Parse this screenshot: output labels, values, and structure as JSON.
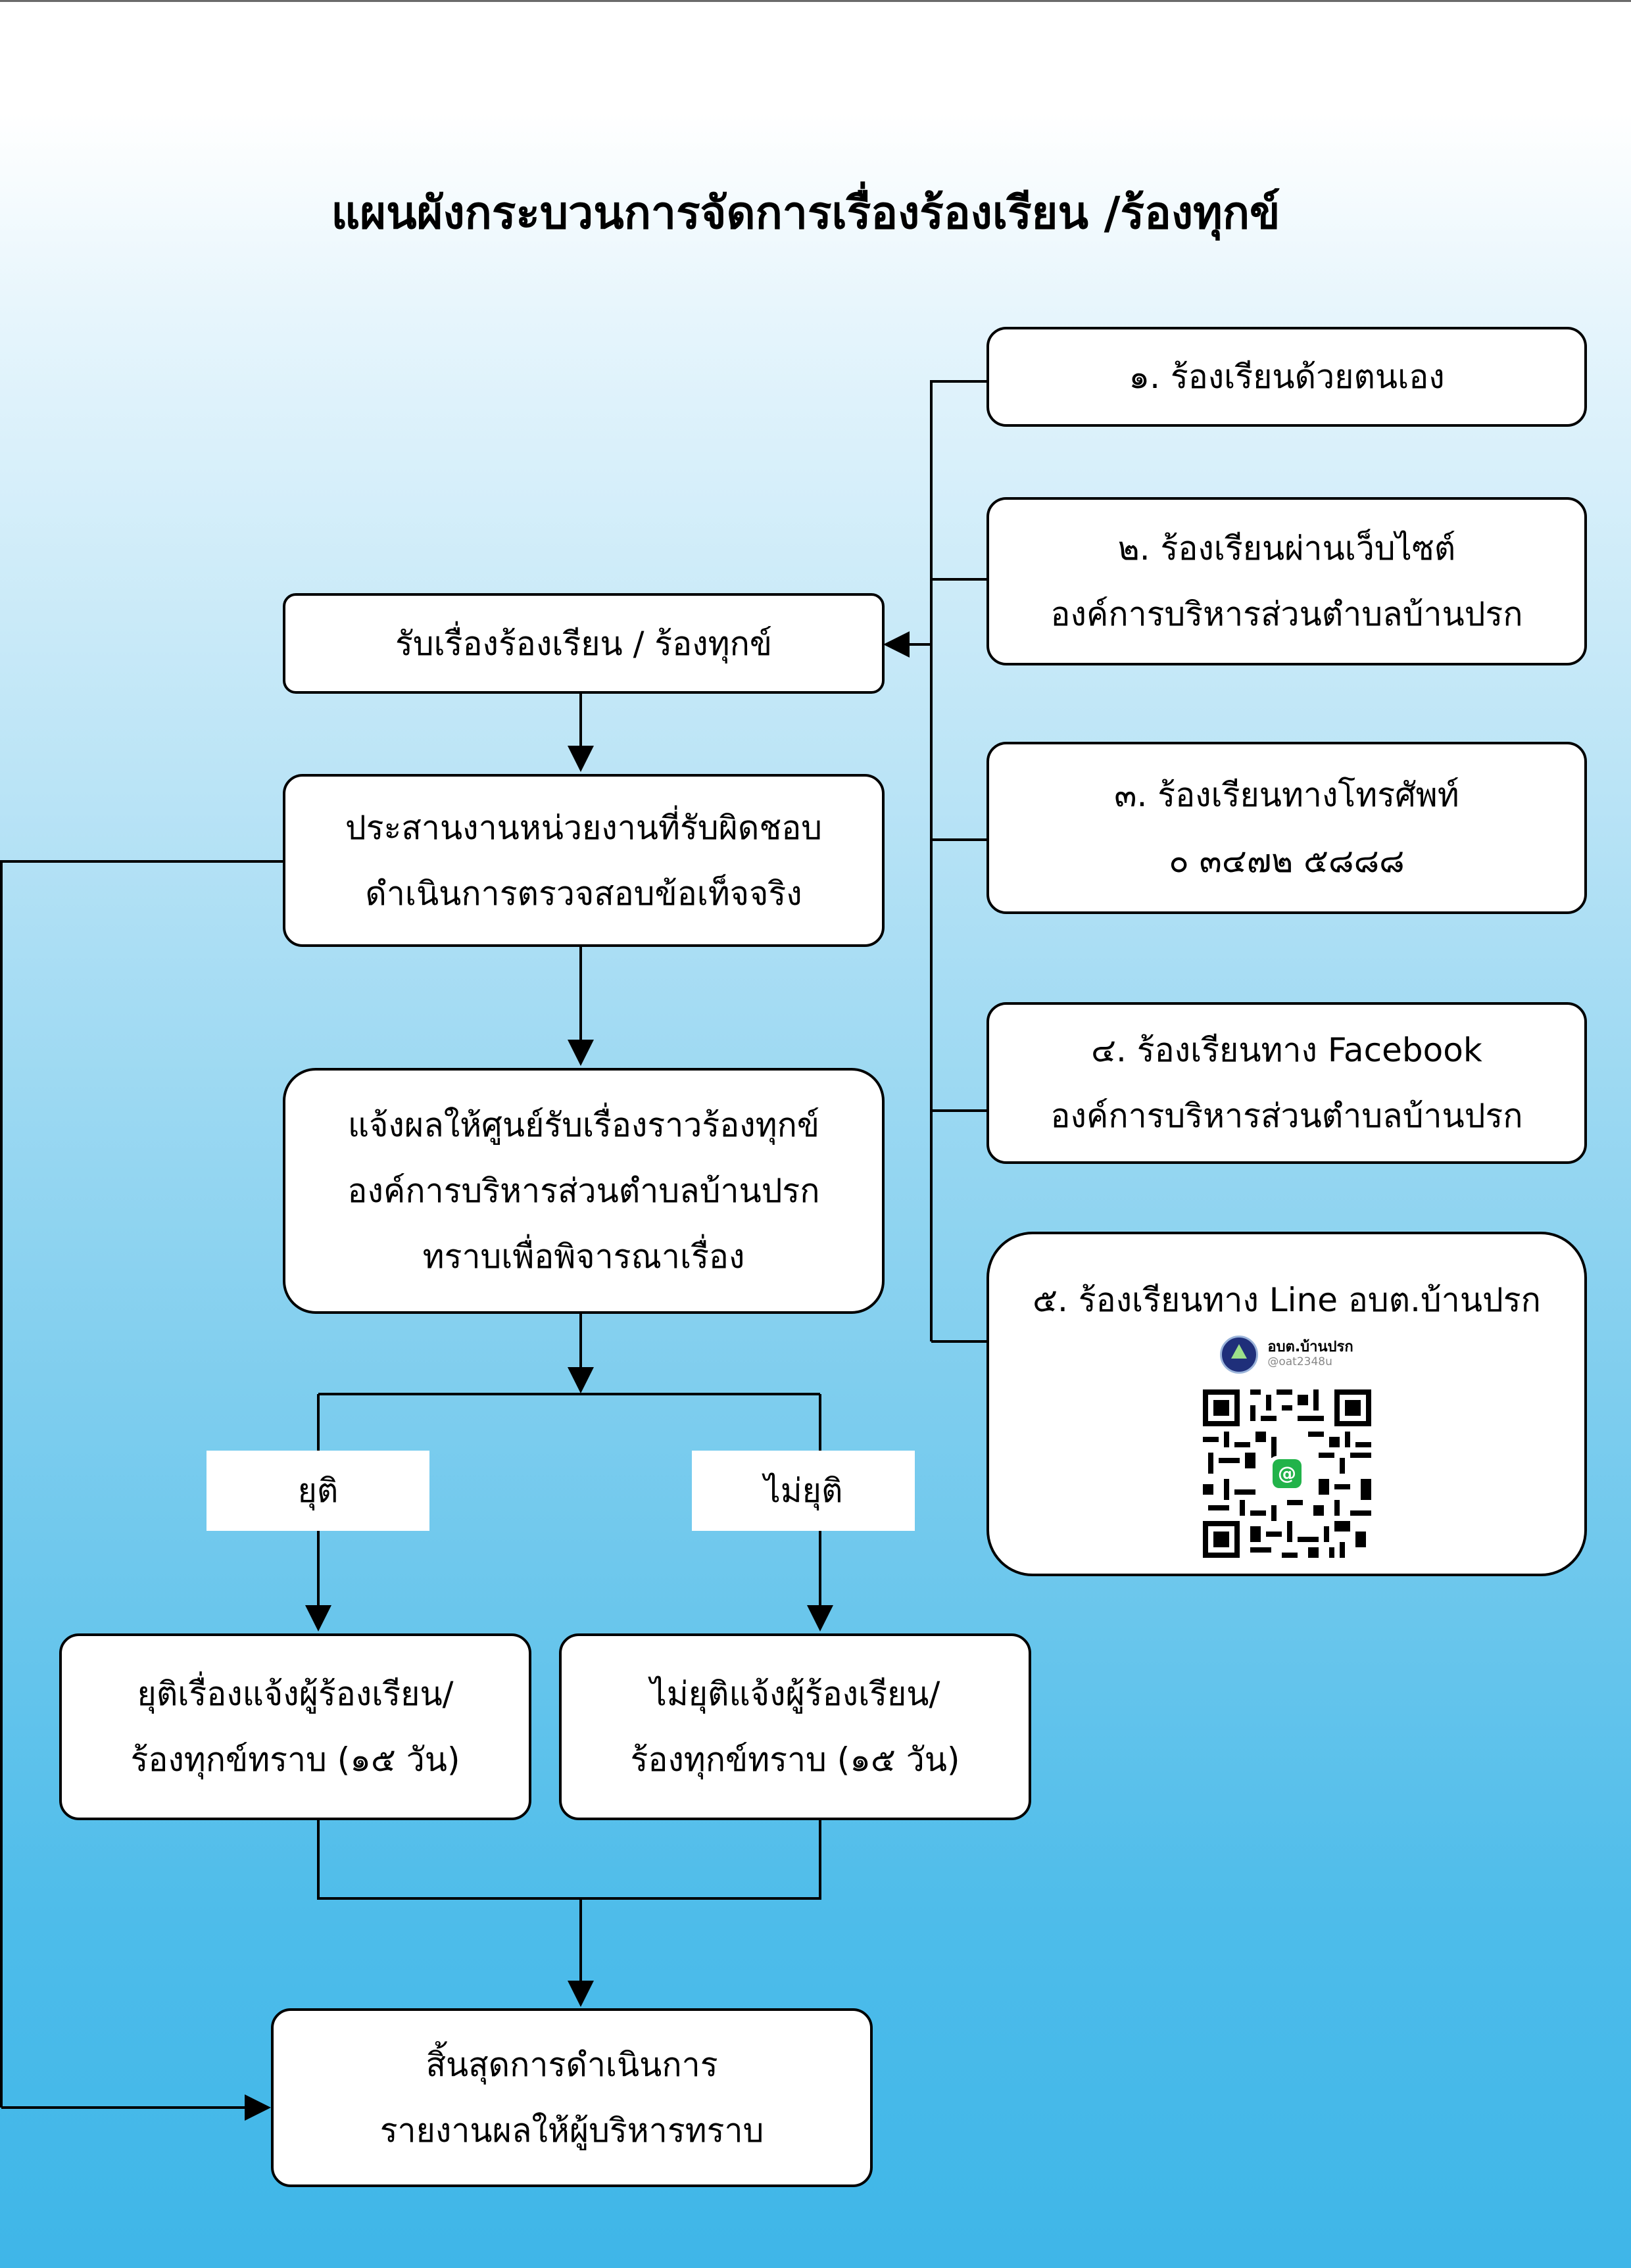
{
  "title": "แผนผังกระบวนการจัดการเรื่องร้องเรียน /ร้องทุกข์",
  "channels": [
    {
      "lines": [
        "๑. ร้องเรียนด้วยตนเอง"
      ]
    },
    {
      "lines": [
        "๒. ร้องเรียนผ่านเว็บไซต์",
        "องค์การบริหารส่วนตำบลบ้านปรก"
      ]
    },
    {
      "lines": [
        "๓. ร้องเรียนทางโทรศัพท์",
        "๐ ๓๔๗๒ ๕๘๘๘"
      ]
    },
    {
      "lines": [
        "๔. ร้องเรียนทาง Facebook",
        "องค์การบริหารส่วนตำบลบ้านปรก"
      ]
    },
    {
      "lines": [
        "๕. ร้องเรียนทาง Line อบต.บ้านปรก"
      ],
      "line_account": {
        "name": "อบต.บ้านปรก",
        "id": "@oat2348u"
      }
    }
  ],
  "steps": {
    "receive": [
      "รับเรื่องร้องเรียน / ร้องทุกข์"
    ],
    "coordinate": [
      "ประสานงานหน่วยงานที่รับผิดชอบ",
      "ดำเนินการตรวจสอบข้อเท็จจริง"
    ],
    "notify": [
      "แจ้งผลให้ศูนย์รับเรื่องราวร้องทุกข์",
      "องค์การบริหารส่วนตำบลบ้านปรก",
      "ทราบเพื่อพิจารณาเรื่อง"
    ],
    "resolved": [
      "ยุติเรื่องแจ้งผู้ร้องเรียน/",
      "ร้องทุกข์ทราบ (๑๕ วัน)"
    ],
    "unresolved": [
      "ไม่ยุติแจ้งผู้ร้องเรียน/",
      "ร้องทุกข์ทราบ (๑๕ วัน)"
    ],
    "end": [
      "สิ้นสุดการดำเนินการ",
      "รายงานผลให้ผู้บริหารทราบ"
    ]
  },
  "branch_labels": {
    "resolved": "ยุติ",
    "unresolved": "ไม่ยุติ"
  }
}
